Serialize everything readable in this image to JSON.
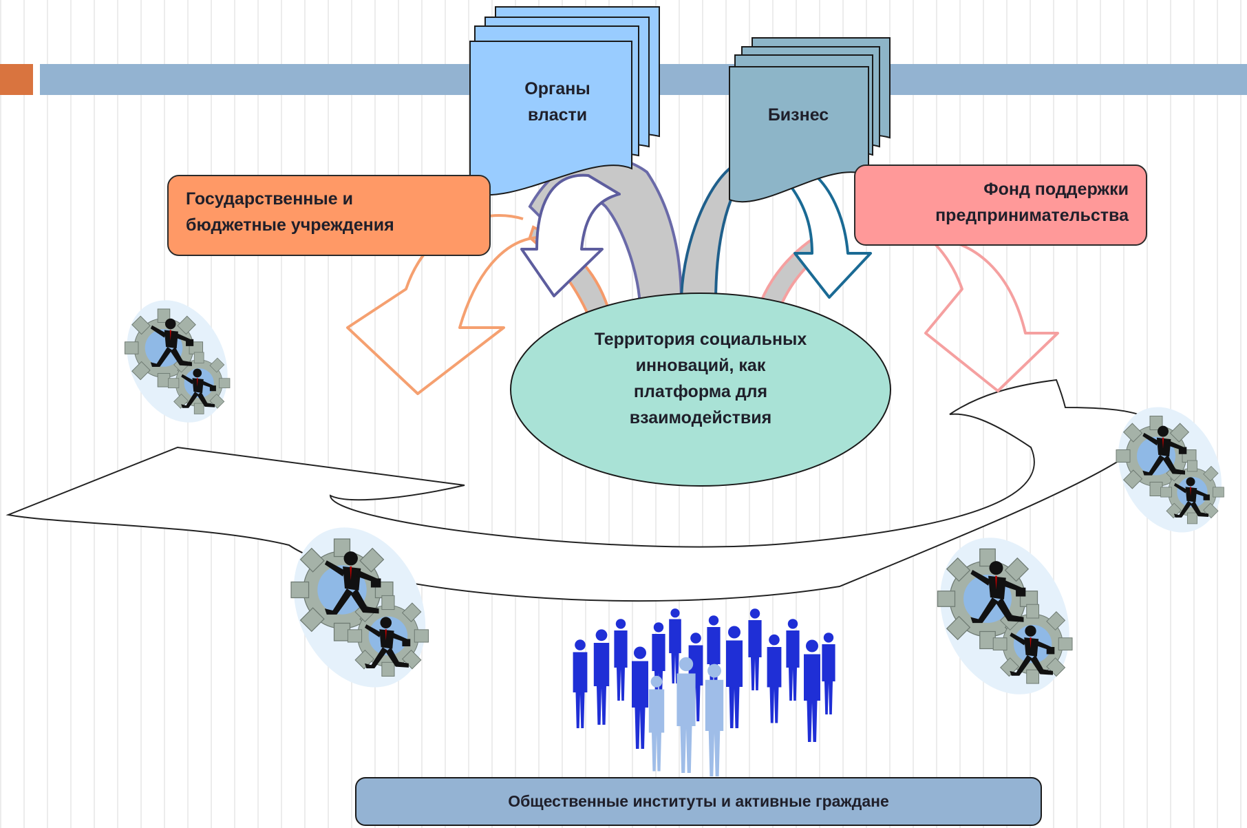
{
  "diagram": {
    "authorities": {
      "line1": "Органы",
      "line2": "власти"
    },
    "business": {
      "label": "Бизнес"
    },
    "state_institutions": {
      "line1": "Государственные и",
      "line2": "бюджетные учреждения"
    },
    "support_fund": {
      "line1": "Фонд поддержки",
      "line2": "предпринимательства"
    },
    "platform": {
      "line1": "Территория социальных",
      "line2": "инноваций, как",
      "line3": "платформа для",
      "line4": "взаимодействия"
    },
    "citizens": {
      "label": "Общественные институты и активные граждане"
    }
  },
  "colors": {
    "header_accent": "#d9743f",
    "header_band": "#93b3d1",
    "authorities_doc": "#99ccff",
    "business_doc": "#8db5c8",
    "state_box": "#ff9966",
    "fund_box": "#ff9999",
    "platform_ellipse": "#a9e2d6",
    "citizens_bar": "#94b3d3",
    "people_dark": "#1f2fd6",
    "people_light": "#9fbde8"
  },
  "icons": [
    "gear-businessmen-icon",
    "people-crowd-icon",
    "document-stack-icon"
  ]
}
